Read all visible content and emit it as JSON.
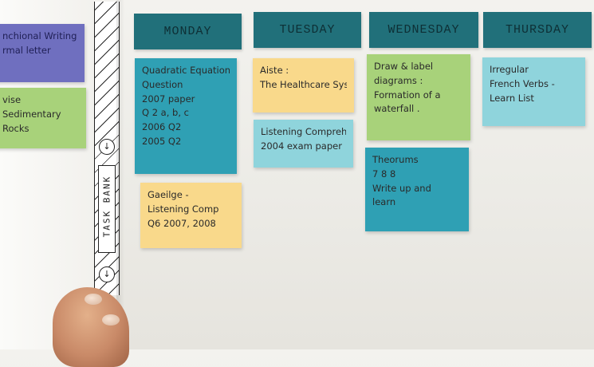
{
  "board": {
    "task_bank_label": "TASK BANK",
    "arrow_glyph": "↓"
  },
  "days": [
    "MONDAY",
    "TUESDAY",
    "WEDNESDAY",
    "THURSDAY"
  ],
  "bank_notes": [
    {
      "color": "purple",
      "lines": [
        "nchional Writing",
        "rmal letter"
      ]
    },
    {
      "color": "green",
      "lines": [
        "vise",
        "Sedimentary",
        "Rocks"
      ]
    }
  ],
  "notes": {
    "monday": [
      {
        "color": "teal",
        "lines": [
          "Quadratic Equations",
          "Question",
          "2007 paper",
          "Q 2   a, b, c",
          "2006 Q2",
          "2005 Q2"
        ]
      },
      {
        "color": "yellow",
        "lines": [
          "Gaeilge -",
          "Listening Comp",
          "Q6   2007, 2008"
        ]
      }
    ],
    "tuesday": [
      {
        "color": "yellow",
        "lines": [
          "Aiste :",
          "The Healthcare System"
        ]
      },
      {
        "color": "cyan",
        "lines": [
          "Listening Comprehension",
          "2004 exam paper"
        ]
      }
    ],
    "wednesday": [
      {
        "color": "green",
        "lines": [
          "Draw & label",
          "diagrams :",
          "Formation of a",
          "waterfall ."
        ]
      },
      {
        "color": "teal",
        "lines": [
          "Theorums",
          "7  8  8",
          "Write up and",
          "learn"
        ]
      }
    ],
    "thursday": [
      {
        "color": "cyan",
        "lines": [
          "Irregular",
          "French Verbs -",
          "Learn List"
        ]
      }
    ]
  }
}
